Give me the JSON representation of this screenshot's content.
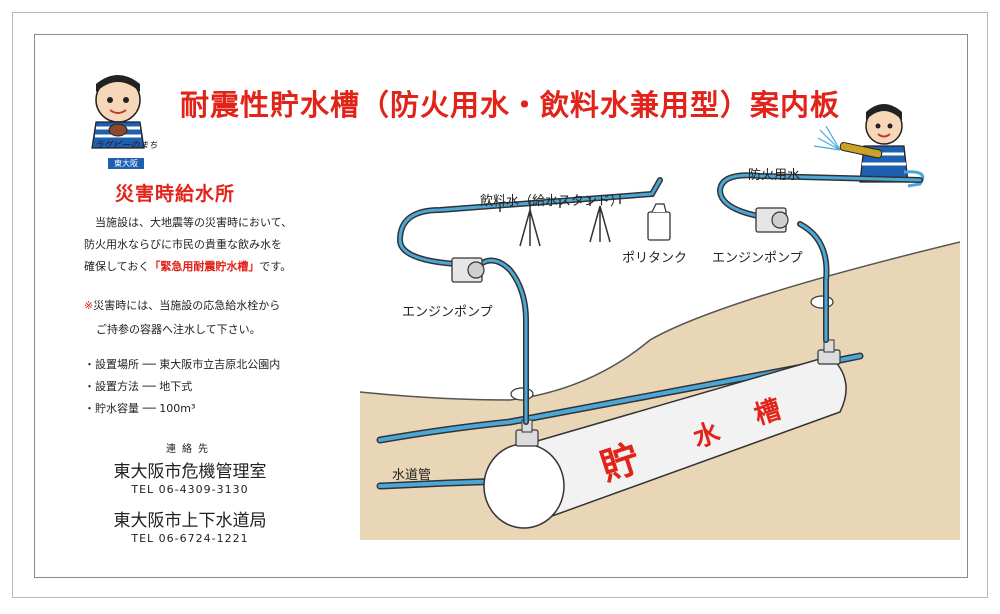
{
  "title": "耐震性貯水槽（防火用水・飲料水兼用型）案内板",
  "mascot": {
    "caption_line1": "ラグビーのまち",
    "caption_line2": "東大阪"
  },
  "left": {
    "subtitle": "災害時給水所",
    "body_line1": "当施設は、大地震等の災害時において、",
    "body_line2": "防火用水ならびに市民の貴重な飲み水を",
    "body_line3_pre": "確保しておく",
    "body_line3_red": "「緊急用耐震貯水槽」",
    "body_line3_post": "です。",
    "note_mark": "※",
    "note_line1": "災害時には、当施設の応急給水栓から",
    "note_line2": "ご持参の容器へ注水して下さい。",
    "spec1": "・設置場所 ── 東大阪市立吉原北公園内",
    "spec2": "・設置方法 ── 地下式",
    "spec3": "・貯水容量 ── 100m³"
  },
  "contact": {
    "label": "連絡先",
    "org1": "東大阪市危機管理室",
    "tel1": "TEL 06-4309-3130",
    "org2": "東大阪市上下水道局",
    "tel2": "TEL 06-6724-1221"
  },
  "diagram": {
    "drinking_water": "飲料水（給水スタンド）",
    "fire_water": "防火用水",
    "poly_tank": "ポリタンク",
    "engine_pump_left": "エンジンポンプ",
    "engine_pump_right": "エンジンポンプ",
    "water_pipe": "水道管",
    "tank_chars": [
      "貯",
      "水",
      "槽"
    ]
  },
  "colors": {
    "accent": "#e2231a",
    "pipe": "#4aa8d8",
    "ground": "#e9d6b6",
    "tank": "#f2f2f2"
  }
}
